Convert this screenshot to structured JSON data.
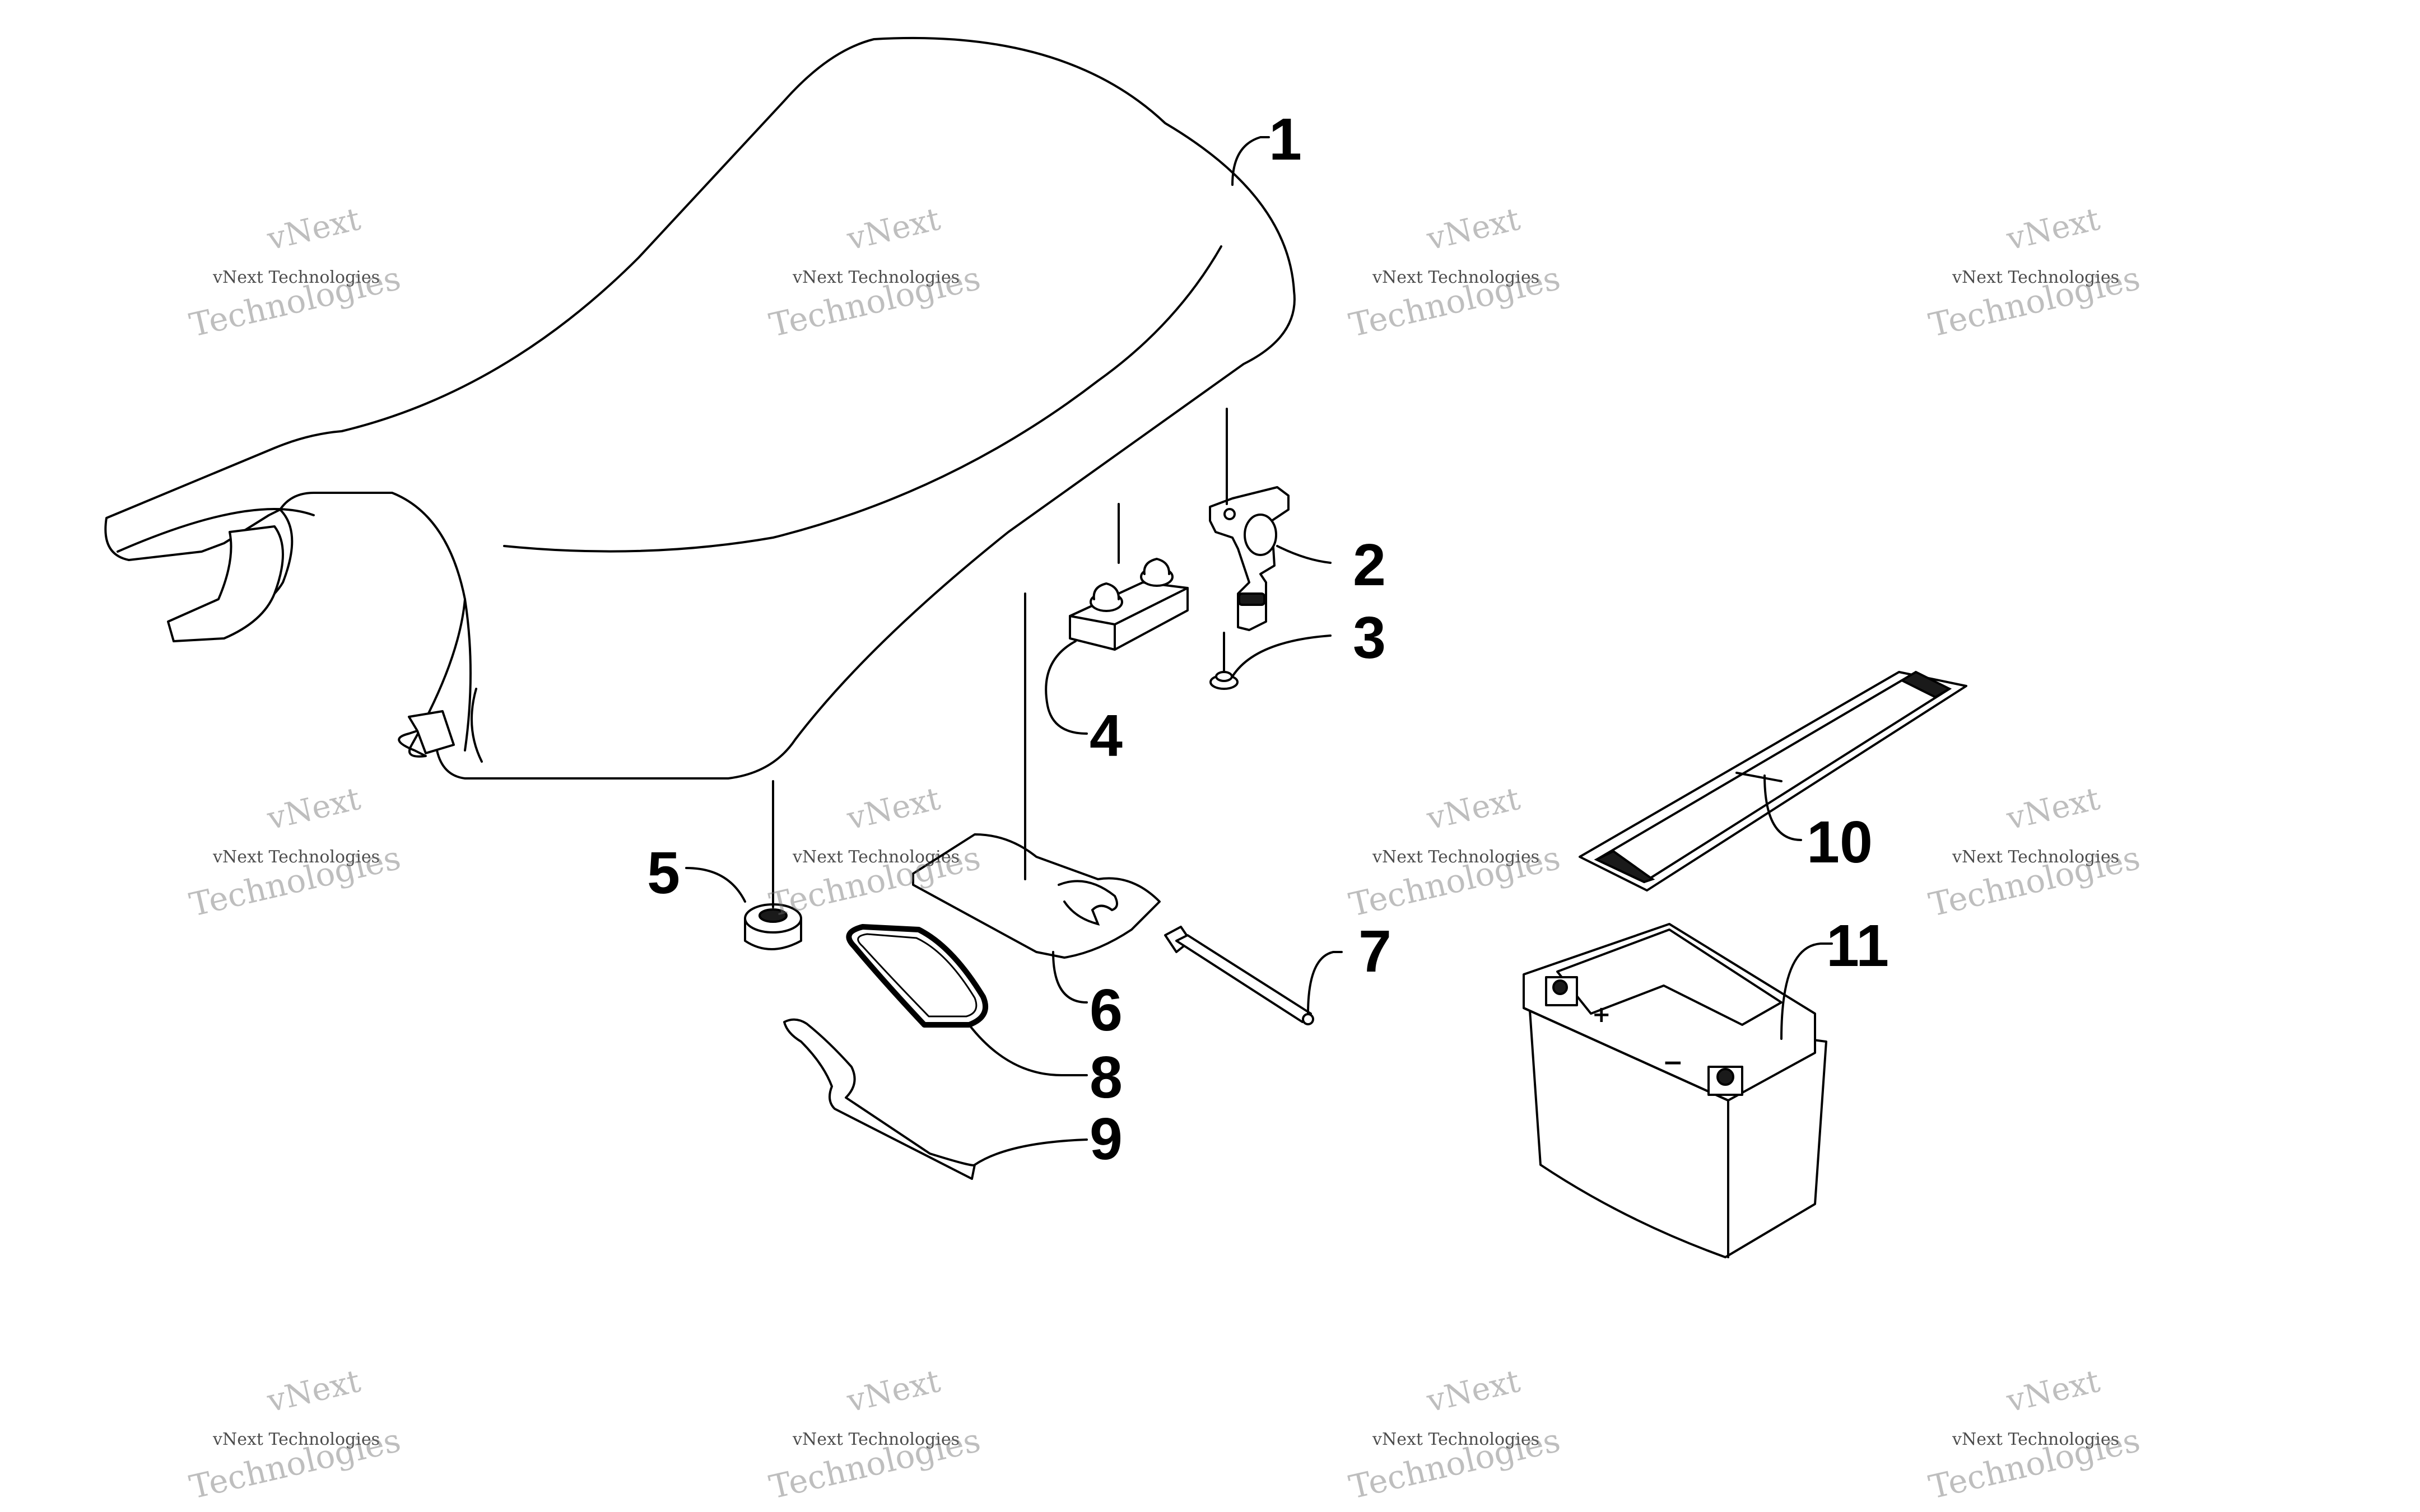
{
  "diagram": {
    "callouts": [
      {
        "id": "1",
        "label": "1",
        "part": "seat"
      },
      {
        "id": "2",
        "label": "2",
        "part": "latch-bracket"
      },
      {
        "id": "3",
        "label": "3",
        "part": "lock-nut"
      },
      {
        "id": "4",
        "label": "4",
        "part": "cushion-block"
      },
      {
        "id": "5",
        "label": "5",
        "part": "rubber-bumper"
      },
      {
        "id": "6",
        "label": "6",
        "part": "tool-pouch"
      },
      {
        "id": "7",
        "label": "7",
        "part": "spark-plug-tool"
      },
      {
        "id": "8",
        "label": "8",
        "part": "band-ring"
      },
      {
        "id": "9",
        "label": "9",
        "part": "spanner-wrench"
      },
      {
        "id": "10",
        "label": "10",
        "part": "battery-strap"
      },
      {
        "id": "11",
        "label": "11",
        "part": "battery"
      }
    ]
  },
  "watermark": {
    "line1": "vNext",
    "line2": "vNext Technologies",
    "line3": "Technologies"
  },
  "battery": {
    "plus_symbol": "+",
    "minus_symbol": "−"
  }
}
